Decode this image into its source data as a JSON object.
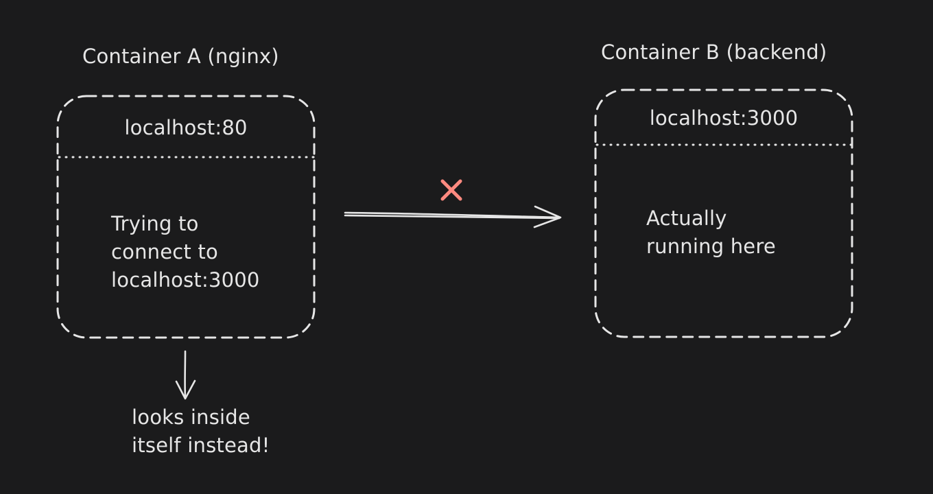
{
  "diagram": {
    "container_a": {
      "title": "Container A (nginx)",
      "header": "localhost:80",
      "body_lines": [
        "Trying to",
        "connect to",
        "localhost:3000"
      ]
    },
    "container_b": {
      "title": "Container B (backend)",
      "header": "localhost:3000",
      "body_lines": [
        "Actually",
        "running here"
      ]
    },
    "note_lines": [
      "looks inside",
      "itself instead!"
    ],
    "connection_status": "failed",
    "colors": {
      "background": "#1b1b1c",
      "stroke": "#e6e6e6",
      "fail_mark": "#ff8a80"
    }
  }
}
